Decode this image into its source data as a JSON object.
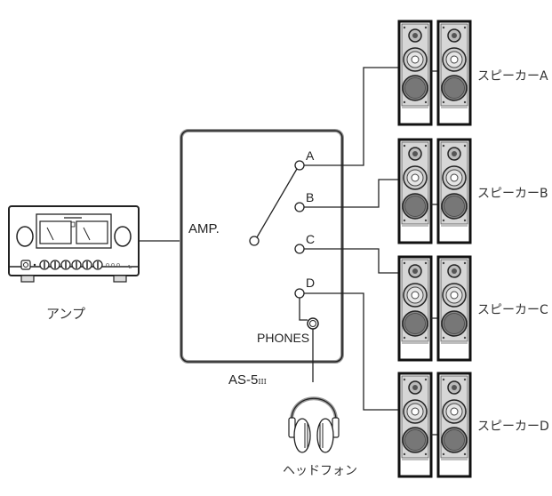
{
  "diagram": {
    "amp_label": "アンプ",
    "switch_box": {
      "model_label": "AS-5",
      "model_suffix": "III",
      "input_label": "AMP.",
      "outputs": [
        "A",
        "B",
        "C",
        "D"
      ],
      "selected_output": "A",
      "phones_label": "PHONES"
    },
    "headphones_label": "ヘッドフォン",
    "speakers": [
      {
        "id": "A",
        "label": "スピーカーA"
      },
      {
        "id": "B",
        "label": "スピーカーB"
      },
      {
        "id": "C",
        "label": "スピーカーC"
      },
      {
        "id": "D",
        "label": "スピーカーD"
      }
    ]
  }
}
